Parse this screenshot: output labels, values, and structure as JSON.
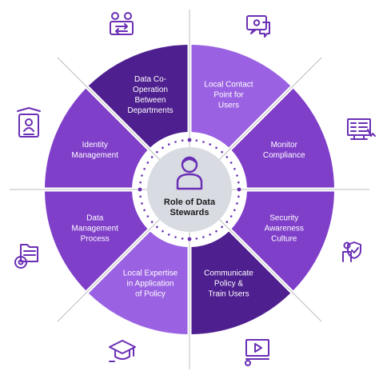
{
  "center": {
    "title": "Role of Data\nStewards",
    "icon": "person-icon"
  },
  "segments": [
    {
      "label": "Local Contact\nPoint for\nUsers",
      "color": "#9a62e2",
      "icon": "chat-support-icon"
    },
    {
      "label": "Monitor\nCompliance",
      "color": "#7f3fc9",
      "icon": "monitor-checklist-icon"
    },
    {
      "label": "Security\nAwareness\nCulture",
      "color": "#7f3fc9",
      "icon": "people-security-icon"
    },
    {
      "label": "Communicate\nPolicy &\nTrain Users",
      "color": "#4e1f8f",
      "icon": "video-training-icon"
    },
    {
      "label": "Local Expertise\nin Application\nof Policy",
      "color": "#9a62e2",
      "icon": "graduation-cap-icon"
    },
    {
      "label": "Data\nManagement\nProcess",
      "color": "#7f3fc9",
      "icon": "folder-gear-icon"
    },
    {
      "label": "Identity\nManagement",
      "color": "#7f3fc9",
      "icon": "id-badge-icon"
    },
    {
      "label": "Data Co-\nOperation\nBetween\nDepartments",
      "color": "#4e1f8f",
      "icon": "people-exchange-icon"
    }
  ],
  "colors": {
    "icon_stroke": "#6a2fb5",
    "center_fill": "#d9dbe3",
    "dots": "#6a2fb5",
    "divider": "#bdbdbd"
  }
}
